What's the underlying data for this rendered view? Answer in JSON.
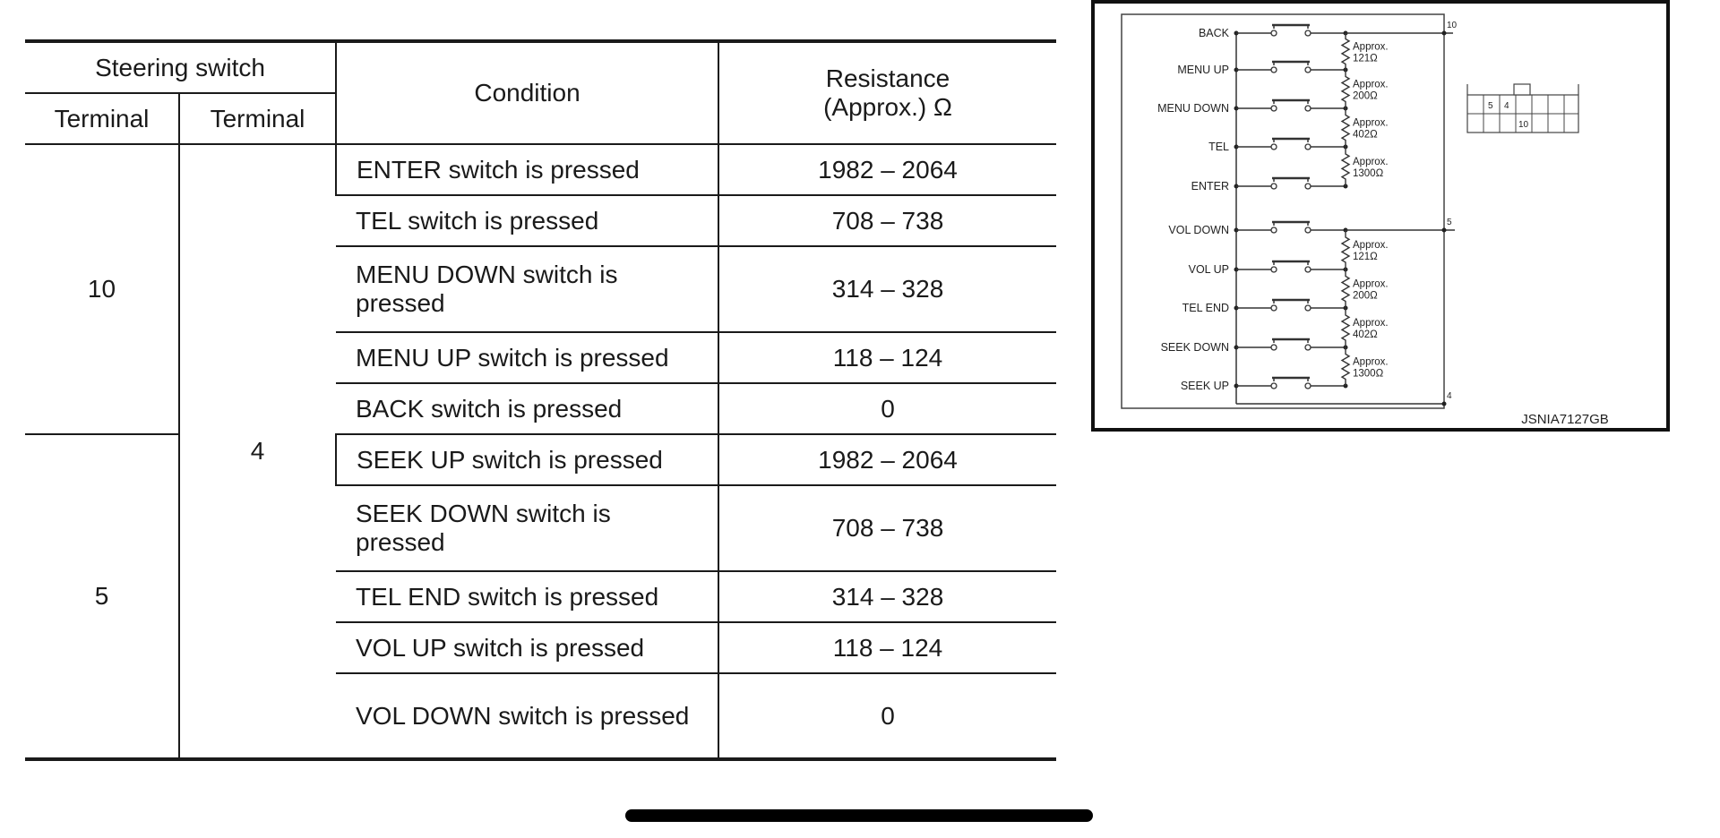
{
  "table": {
    "headers": {
      "group": "Steering switch",
      "terminal_a": "Terminal",
      "terminal_b": "Terminal",
      "condition": "Condition",
      "resistance_line1": "Resistance",
      "resistance_line2": "(Approx.) Ω"
    },
    "terminal_a_groups": [
      "10",
      "5"
    ],
    "terminal_b": "4",
    "rows": [
      {
        "condition": "ENTER switch is pressed",
        "resistance": "1982 – 2064"
      },
      {
        "condition": "TEL switch is pressed",
        "resistance": "708 – 738"
      },
      {
        "condition": "MENU DOWN switch is pressed",
        "resistance": "314 – 328"
      },
      {
        "condition": "MENU UP switch is pressed",
        "resistance": "118 – 124"
      },
      {
        "condition": "BACK switch is pressed",
        "resistance": "0"
      },
      {
        "condition": "SEEK UP switch is pressed",
        "resistance": "1982 – 2064"
      },
      {
        "condition": "SEEK DOWN switch is pressed",
        "resistance": "708 – 738"
      },
      {
        "condition": "TEL END switch is pressed",
        "resistance": "314 – 328"
      },
      {
        "condition": "VOL UP switch is pressed",
        "resistance": "118 – 124"
      },
      {
        "condition": "VOL DOWN switch is pressed",
        "resistance": "0"
      }
    ]
  },
  "diagram": {
    "switches_top": [
      "BACK",
      "MENU UP",
      "MENU DOWN",
      "TEL",
      "ENTER"
    ],
    "switches_bottom": [
      "VOL DOWN",
      "VOL UP",
      "TEL END",
      "SEEK DOWN",
      "SEEK UP"
    ],
    "resistors": [
      {
        "approx": "Approx.",
        "value": "121Ω"
      },
      {
        "approx": "Approx.",
        "value": "200Ω"
      },
      {
        "approx": "Approx.",
        "value": "402Ω"
      },
      {
        "approx": "Approx.",
        "value": "1300Ω"
      },
      {
        "approx": "Approx.",
        "value": "121Ω"
      },
      {
        "approx": "Approx.",
        "value": "200Ω"
      },
      {
        "approx": "Approx.",
        "value": "402Ω"
      },
      {
        "approx": "Approx.",
        "value": "1300Ω"
      }
    ],
    "terminals": {
      "top": "10",
      "middle": "5",
      "bottom": "4"
    },
    "connector_pins": {
      "a": "5",
      "b": "4",
      "c": "10"
    },
    "code": "JSNIA7127GB"
  }
}
